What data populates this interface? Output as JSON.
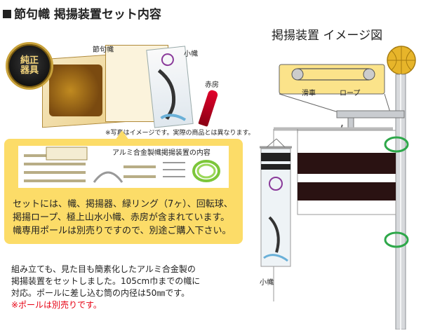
{
  "header": {
    "title": "節句幟 掲揚装置セット内容",
    "diagram_title": "掲揚装置 イメージ図"
  },
  "photo": {
    "seal_lines": [
      "純正",
      "器具"
    ],
    "label_kanji_box": "節句幟",
    "label_small_banner": "小幟",
    "label_tassel": "赤房",
    "note": "※写真はイメージです。実際の商品とは異なります。"
  },
  "callout": {
    "parts_title": "アルミ合金製幟掲揚装置の内容",
    "lines": [
      "セットには、幟、掲揚器、緑リング（7ヶ）、回転球、",
      "掲揚ロープ、極上山水小幟、赤房が含まれています。",
      "幟専用ポールは別売りですので、別途ご購入下さい。"
    ]
  },
  "note": {
    "lines": [
      "組み立ても、見た目も簡素化したアルミ合金製の",
      "掲揚装置をセットしました。105cm巾までの幟に",
      "対応。ポールに差し込む筒の内径は50㎜です。"
    ],
    "red_line": "※ポールは別売りです。"
  },
  "diagram": {
    "pulley_label": "滑車",
    "rope_label": "ロープ",
    "small_banner_label": "小幟"
  },
  "colors": {
    "callout_yellow": "#fcdc68",
    "ring_green": "#2ea84a",
    "note_red": "#e60012",
    "ball_gold": "#e7b52a"
  }
}
